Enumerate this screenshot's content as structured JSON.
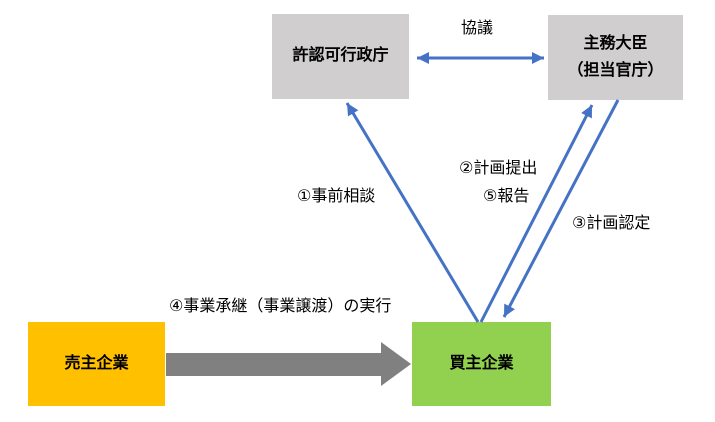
{
  "diagram": {
    "title": "business-succession-approval-flow",
    "nodes": {
      "licensing_agency": {
        "label": "許認可行政庁"
      },
      "minister": {
        "label_line1": "主務大臣",
        "label_line2": "（担当官庁）"
      },
      "seller": {
        "label": "売主企業"
      },
      "buyer": {
        "label": "買主企業"
      }
    },
    "edges": {
      "consultation": {
        "label": "協議",
        "from": "licensing_agency",
        "to": "minister",
        "direction": "both"
      },
      "prior_consultation": {
        "label": "①事前相談",
        "from": "buyer",
        "to": "licensing_agency",
        "direction": "to"
      },
      "plan_submission": {
        "label": "②計画提出",
        "from": "buyer",
        "to": "minister",
        "direction": "to"
      },
      "report": {
        "label": "⑤報告",
        "from": "buyer",
        "to": "minister",
        "direction": "to"
      },
      "plan_certification": {
        "label": "③計画認定",
        "from": "minister",
        "to": "buyer",
        "direction": "to"
      },
      "business_transfer": {
        "label": "④事業承継（事業譲渡）の実行",
        "from": "seller",
        "to": "buyer",
        "direction": "to"
      }
    },
    "colors": {
      "box_gray": "#d0cece",
      "box_yellow": "#ffc000",
      "box_green": "#92d050",
      "arrow_blue": "#4472c4",
      "arrow_gray": "#808080",
      "text": "#000000",
      "background": "#ffffff"
    }
  }
}
